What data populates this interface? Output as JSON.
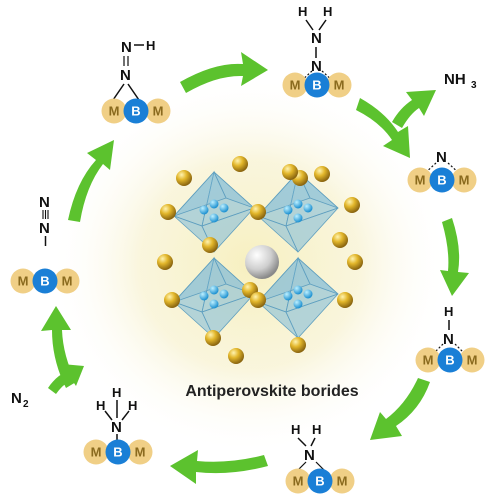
{
  "caption": "Antiperovskite borides",
  "atoms": {
    "metal": "M",
    "boron": "B",
    "nitrogen": "N",
    "hydrogen": "H"
  },
  "species": {
    "n2_label": "N",
    "n2_sub": "2",
    "nh3_label": "NH",
    "nh3_sub": "3"
  },
  "colors": {
    "metal": "#f0cf86",
    "boron": "#1a7fd6",
    "arrow": "#5cc22e",
    "glow": "#f3ecb0",
    "octahedron": "#7ab8d8",
    "corner_atom": "#d9a91a",
    "center_atom": "#d8d8d8"
  }
}
